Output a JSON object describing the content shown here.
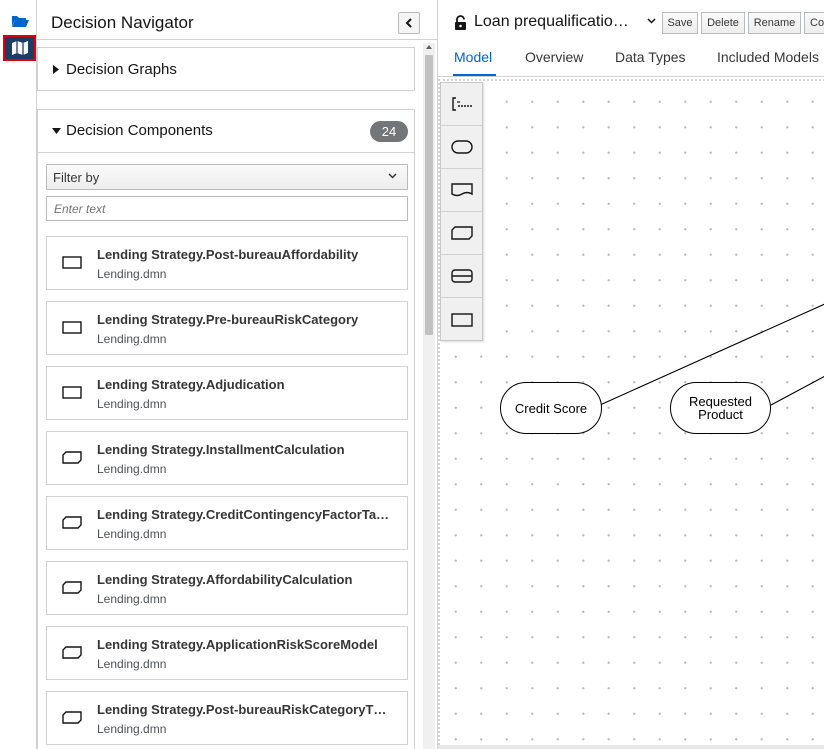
{
  "rail": {
    "folder_icon": "folder-open-icon",
    "map_icon": "map-icon"
  },
  "navigator": {
    "title": "Decision Navigator",
    "graphs_label": "Decision Graphs",
    "components_label": "Decision Components",
    "components_count": "24",
    "filter_label": "Filter by",
    "filter_placeholder": "Enter text",
    "items": [
      {
        "name": "Lending Strategy.Post-bureauAffordability",
        "file": "Lending.dmn",
        "icon": "decision-icon"
      },
      {
        "name": "Lending Strategy.Pre-bureauRiskCategory",
        "file": "Lending.dmn",
        "icon": "decision-icon"
      },
      {
        "name": "Lending Strategy.Adjudication",
        "file": "Lending.dmn",
        "icon": "decision-icon"
      },
      {
        "name": "Lending Strategy.InstallmentCalculation",
        "file": "Lending.dmn",
        "icon": "bkm-icon"
      },
      {
        "name": "Lending Strategy.CreditContingencyFactorTa…",
        "file": "Lending.dmn",
        "icon": "bkm-icon"
      },
      {
        "name": "Lending Strategy.AffordabilityCalculation",
        "file": "Lending.dmn",
        "icon": "bkm-icon"
      },
      {
        "name": "Lending Strategy.ApplicationRiskScoreModel",
        "file": "Lending.dmn",
        "icon": "bkm-icon"
      },
      {
        "name": "Lending Strategy.Post-bureauRiskCategoryT…",
        "file": "Lending.dmn",
        "icon": "bkm-icon"
      }
    ]
  },
  "editor": {
    "file_title": "Loan prequalificatio…",
    "buttons": {
      "save": "Save",
      "delete": "Delete",
      "rename": "Rename",
      "copy": "Co"
    },
    "tabs": [
      "Model",
      "Overview",
      "Data Types",
      "Included Models"
    ],
    "active_tab": "Model",
    "palette": [
      "text-annotation-icon",
      "input-data-icon",
      "knowledge-source-icon",
      "bkm-icon",
      "decision-service-icon",
      "decision-icon"
    ],
    "nodes": [
      {
        "label": "Credit Score"
      },
      {
        "label": "Requested Product"
      }
    ]
  }
}
